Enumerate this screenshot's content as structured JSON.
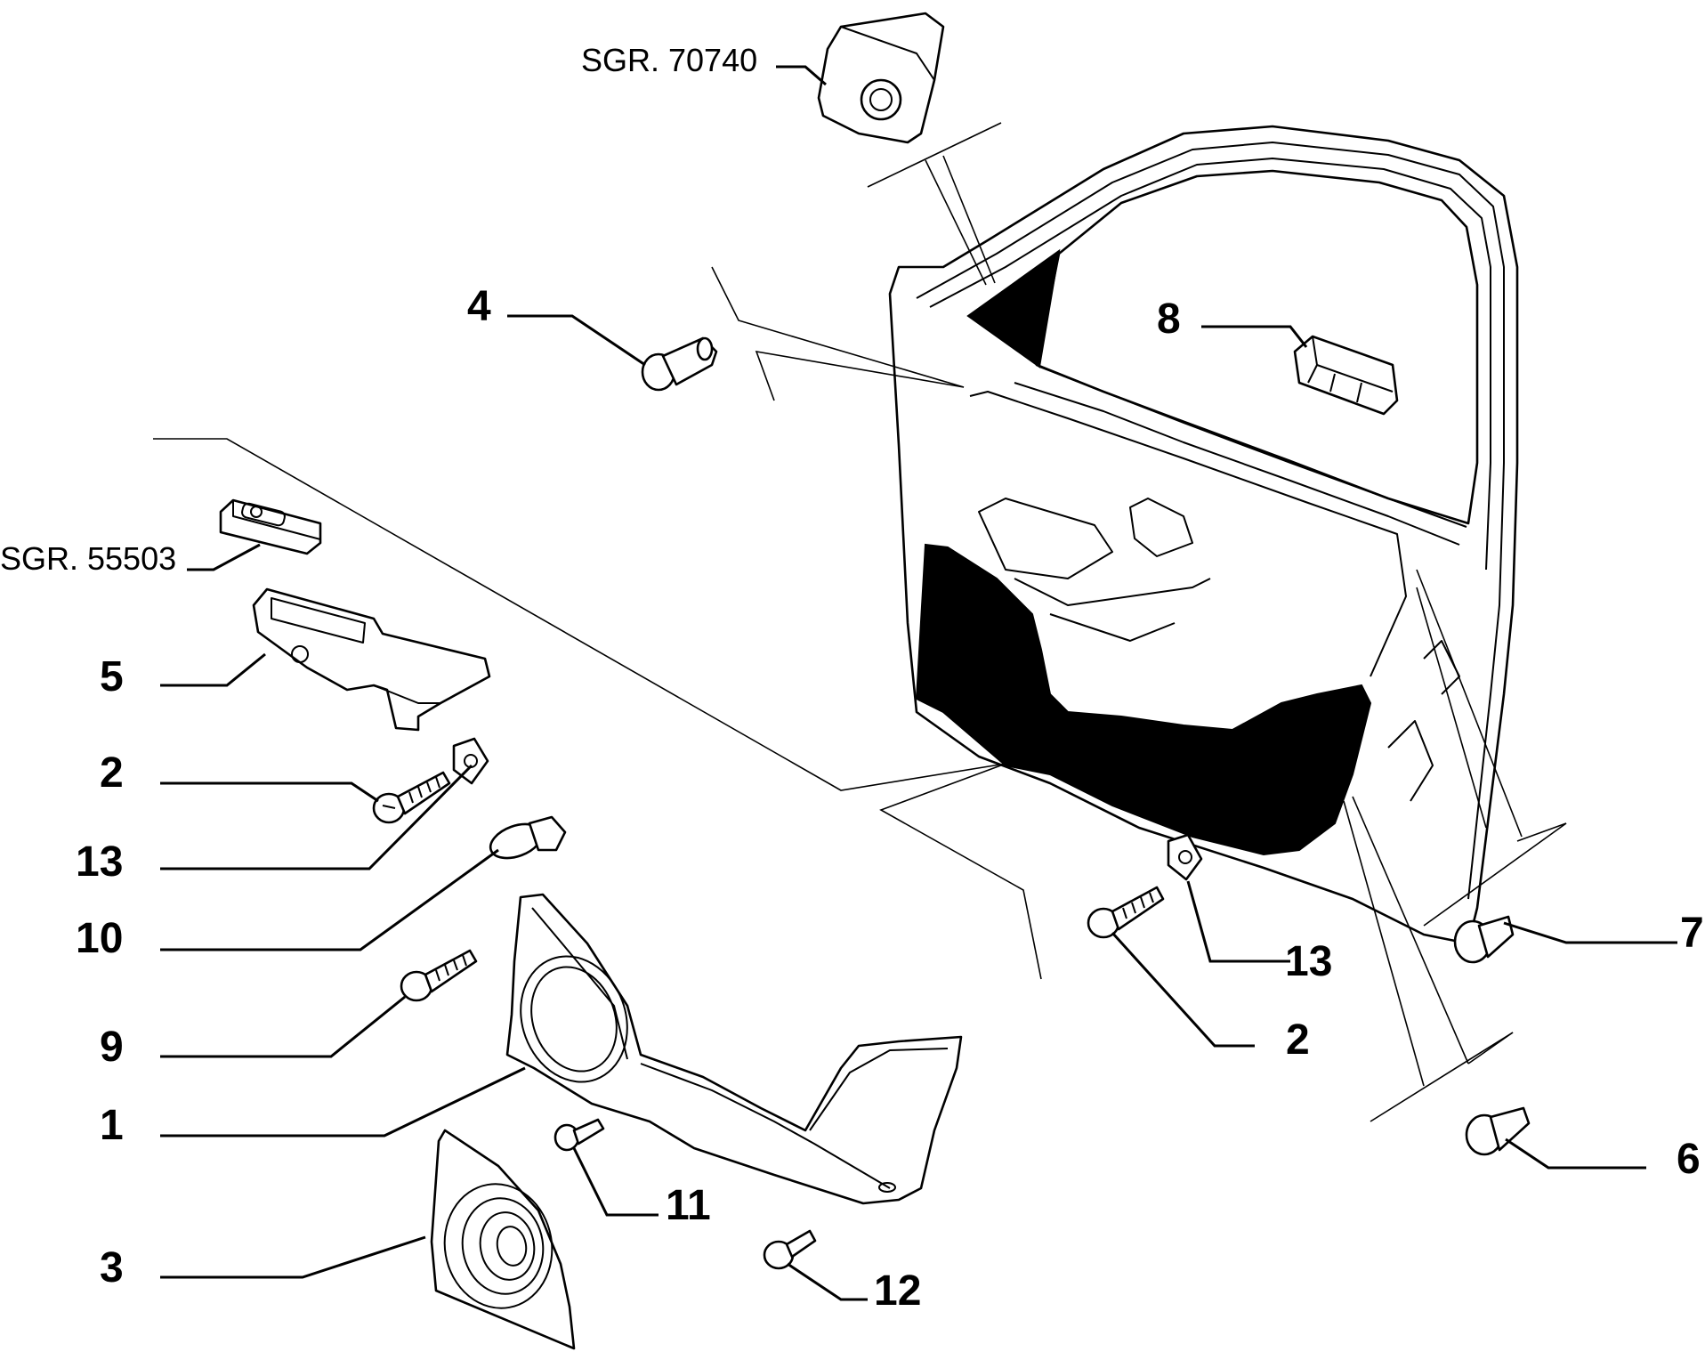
{
  "diagram": {
    "references": {
      "sgr_upper": "SGR. 70740",
      "sgr_left": "SGR. 55503"
    },
    "callouts": {
      "c1": "1",
      "c2_left": "2",
      "c2_right": "2",
      "c3": "3",
      "c4": "4",
      "c5": "5",
      "c6": "6",
      "c7": "7",
      "c8": "8",
      "c9": "9",
      "c10": "10",
      "c11": "11",
      "c12": "12",
      "c13_left": "13",
      "c13_right": "13"
    }
  }
}
